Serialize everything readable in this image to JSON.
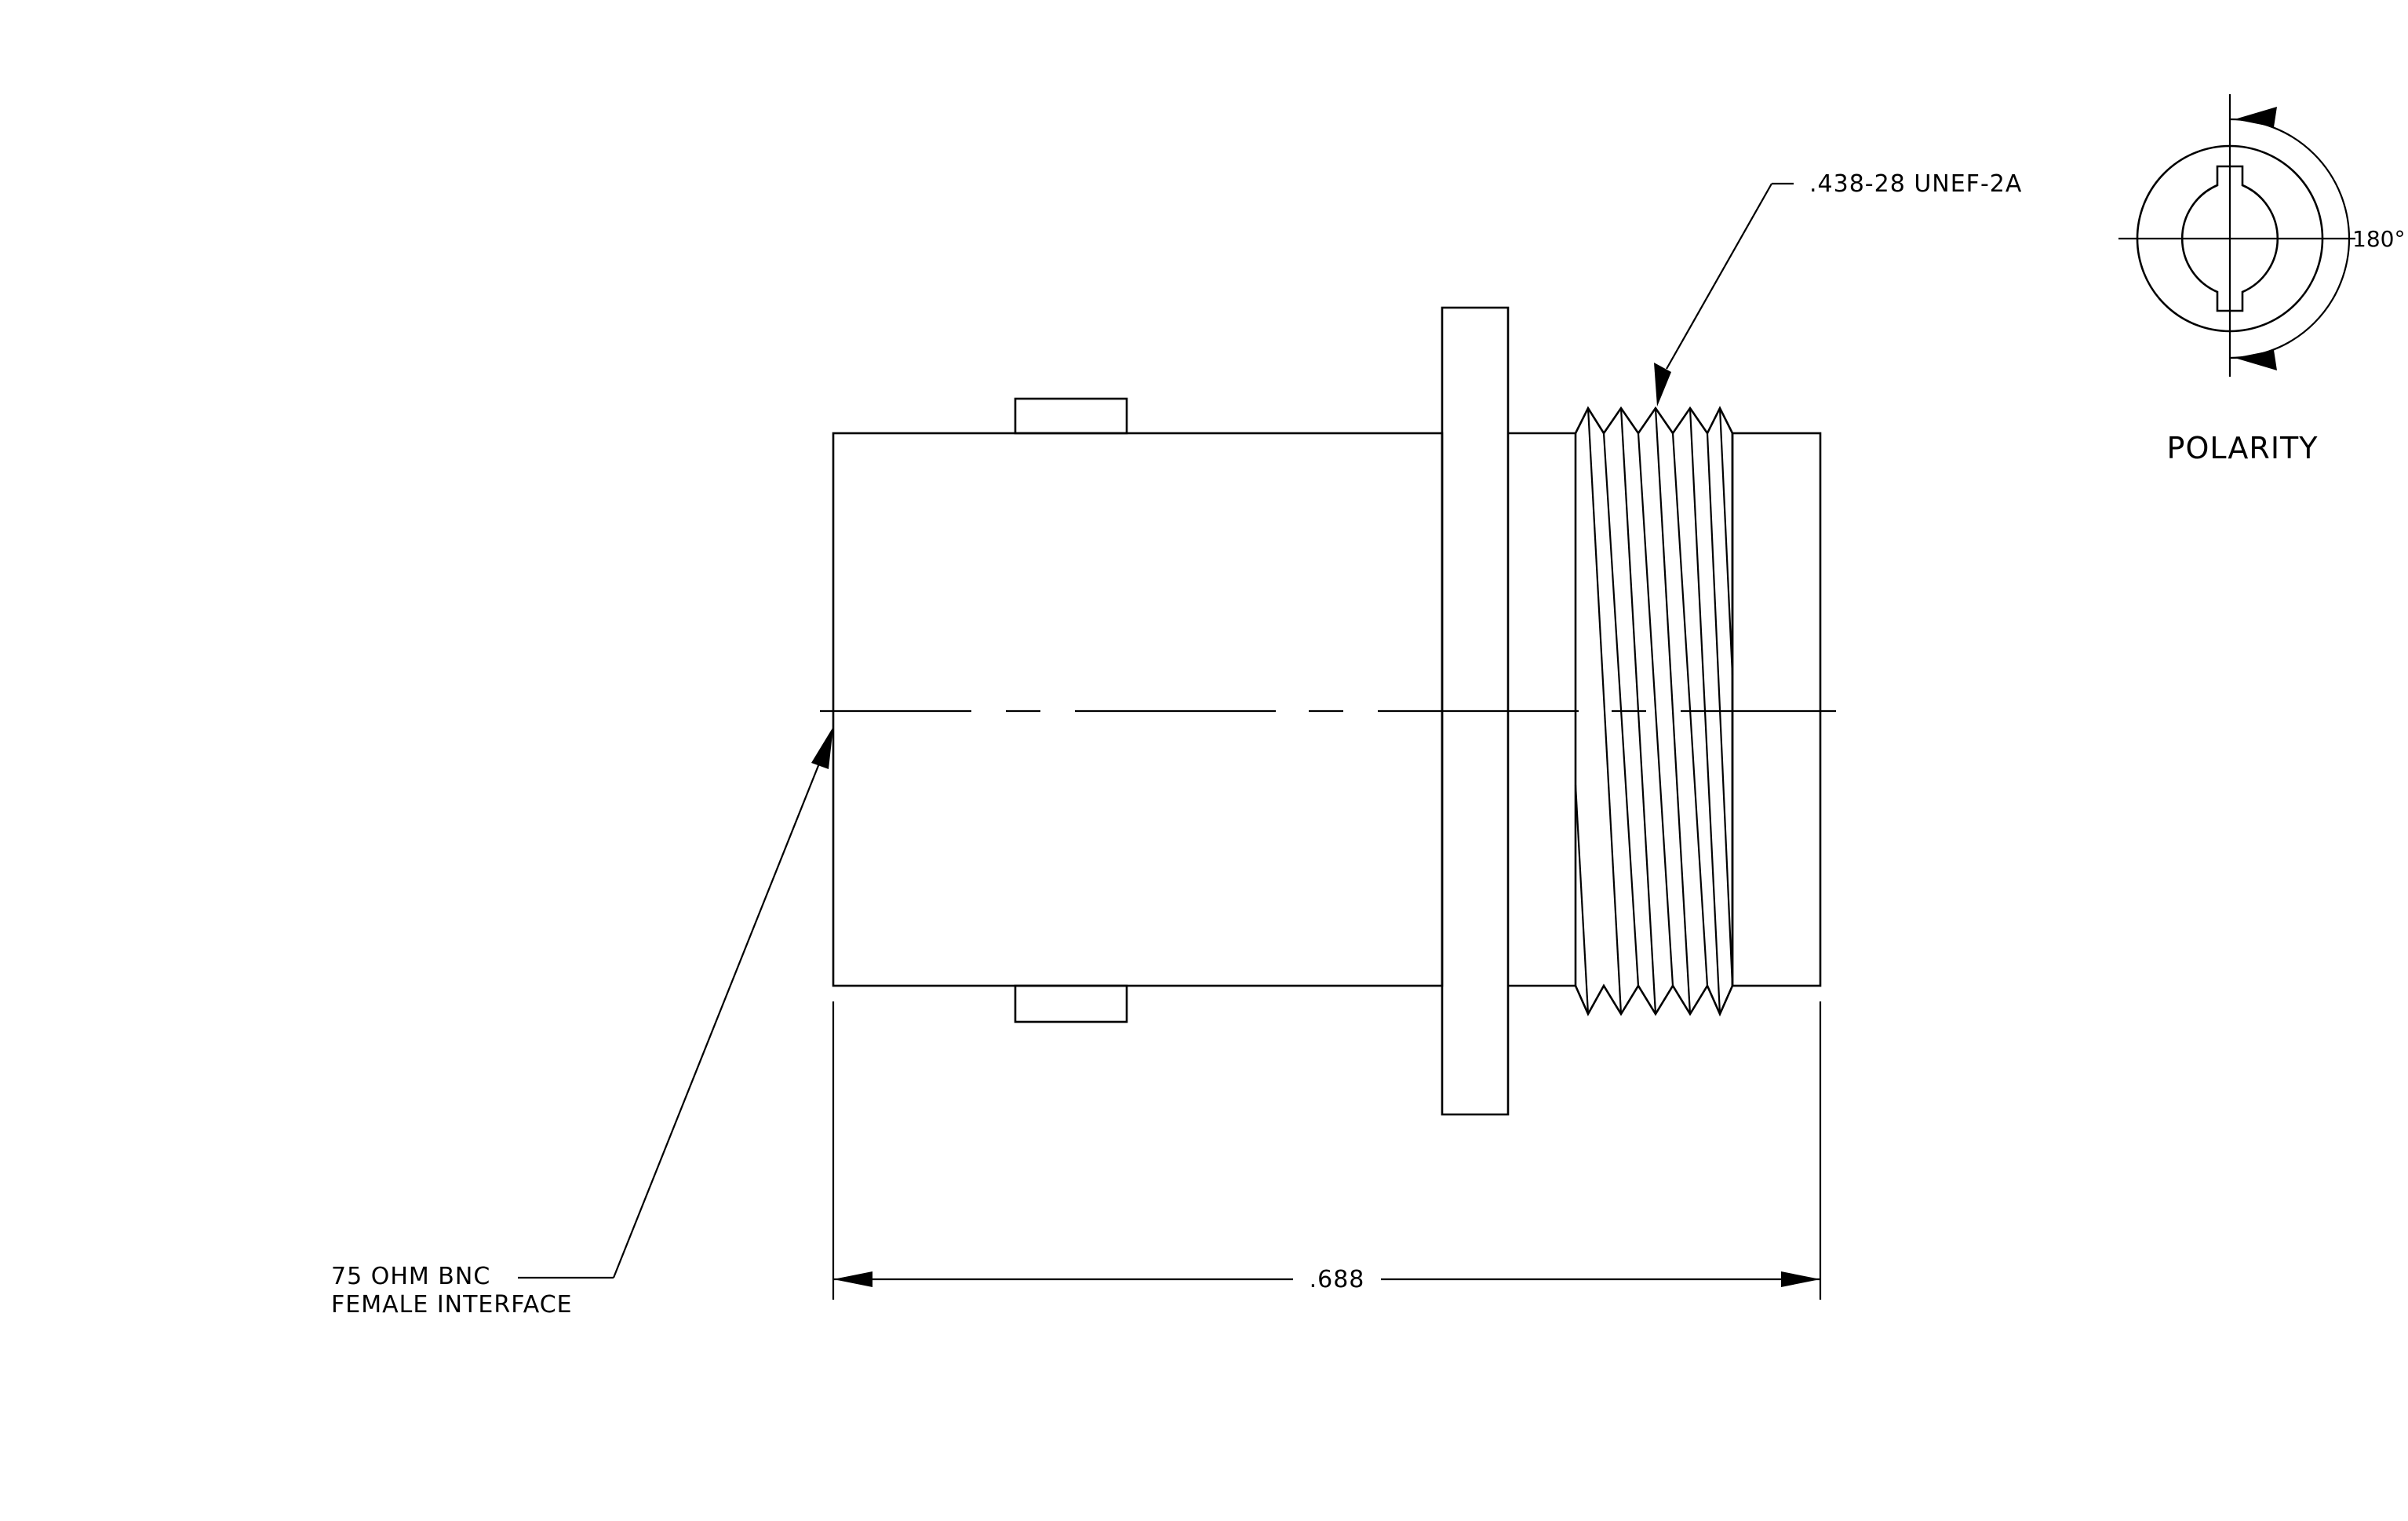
{
  "labels": {
    "thread_callout": ".438-28 UNEF-2A",
    "polarity_title": "POLARITY",
    "polarity_angle": "180°",
    "interface_line1": "75 OHM BNC",
    "interface_line2": "FEMALE INTERFACE",
    "overall_length": ".688"
  }
}
